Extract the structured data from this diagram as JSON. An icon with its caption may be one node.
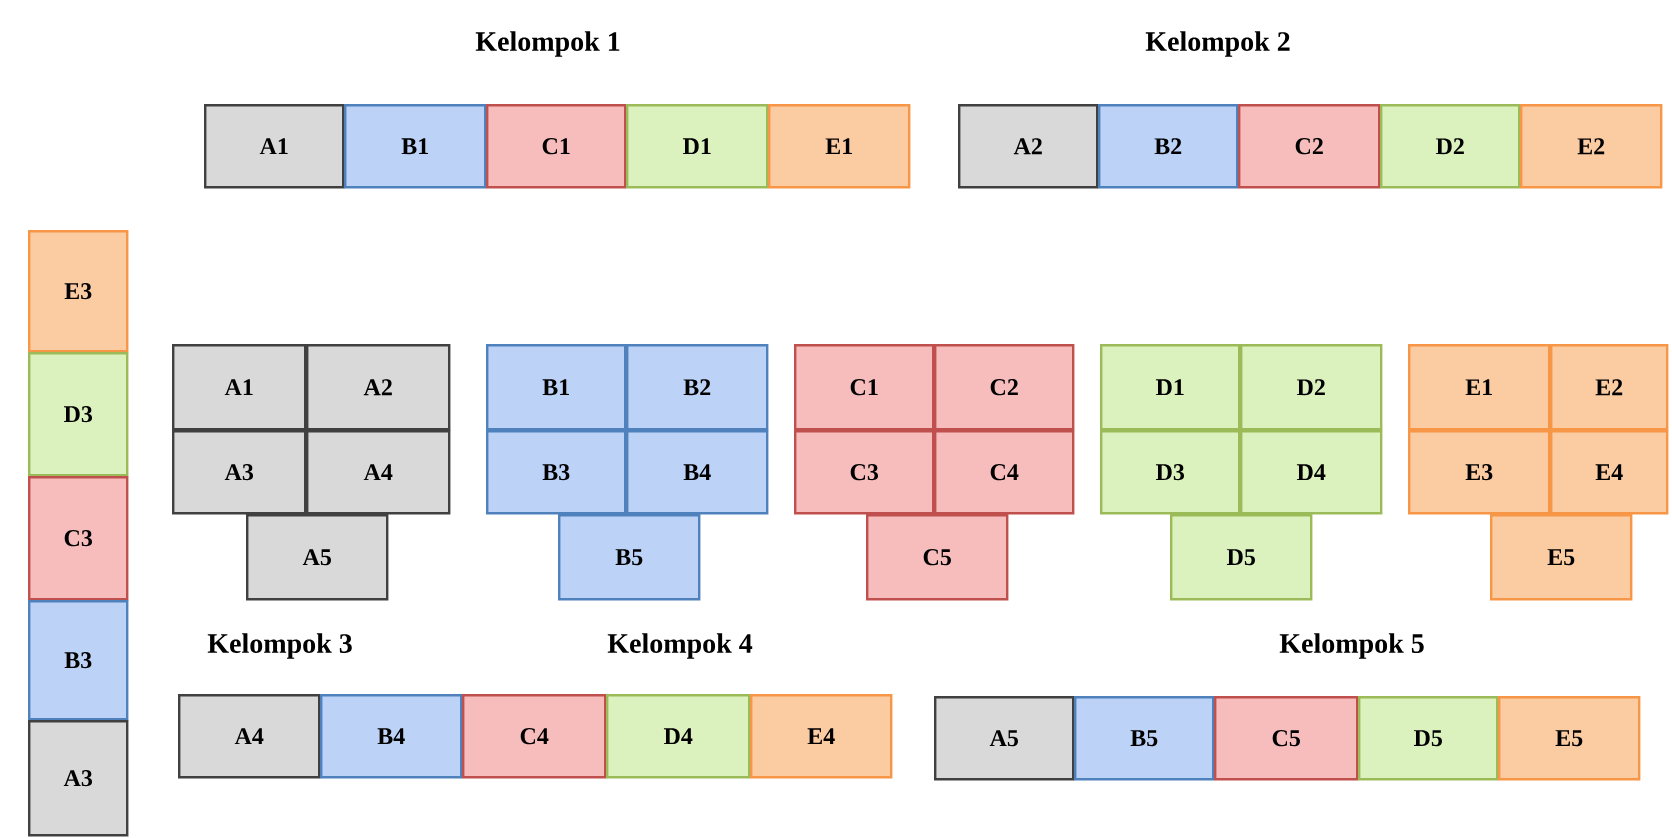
{
  "diagram": {
    "nodes": [
      {
        "text": [
          "A1"
        ]
      },
      {
        "text": [
          "B1"
        ]
      },
      {
        "text": [
          "C1"
        ]
      },
      {
        "text": [
          "D1"
        ]
      },
      {
        "text": [
          "E1"
        ]
      },
      {
        "text": [
          "A2"
        ]
      },
      {
        "text": [
          "B2"
        ]
      },
      {
        "text": [
          "C2"
        ]
      },
      {
        "text": [
          "D2"
        ]
      },
      {
        "text": [
          "E2"
        ]
      },
      {
        "text": [
          "E3"
        ]
      },
      {
        "text": [
          "D3"
        ]
      },
      {
        "text": [
          "C3"
        ]
      },
      {
        "text": [
          "B3"
        ]
      },
      {
        "text": [
          "A3"
        ]
      },
      {
        "text": [
          "A1"
        ]
      },
      {
        "text": [
          "A2"
        ]
      },
      {
        "text": [
          "A3"
        ]
      },
      {
        "text": [
          "A4"
        ]
      },
      {
        "text": [
          "A5"
        ]
      },
      {
        "text": [
          "B1"
        ]
      },
      {
        "text": [
          "B2"
        ]
      },
      {
        "text": [
          "B3"
        ]
      },
      {
        "text": [
          "B4"
        ]
      },
      {
        "text": [
          "B5"
        ]
      },
      {
        "text": [
          "C1"
        ]
      },
      {
        "text": [
          "C2"
        ]
      },
      {
        "text": [
          "C3"
        ]
      },
      {
        "text": [
          "C4"
        ]
      },
      {
        "text": [
          "C5"
        ]
      },
      {
        "text": [
          "D1"
        ]
      },
      {
        "text": [
          "D2"
        ]
      },
      {
        "text": [
          "D3"
        ]
      },
      {
        "text": [
          "D4"
        ]
      },
      {
        "text": [
          "D5"
        ]
      },
      {
        "text": [
          "E1"
        ]
      },
      {
        "text": [
          "E2"
        ]
      },
      {
        "text": [
          "E3"
        ]
      },
      {
        "text": [
          "E4"
        ]
      },
      {
        "text": [
          "E5"
        ]
      },
      {
        "text": [
          "A4"
        ]
      },
      {
        "text": [
          "B4"
        ]
      },
      {
        "text": [
          "C4"
        ]
      },
      {
        "text": [
          "D4"
        ]
      },
      {
        "text": [
          "E4"
        ]
      },
      {
        "text": [
          "A5"
        ]
      },
      {
        "text": [
          "B5"
        ]
      },
      {
        "text": [
          "C5"
        ]
      },
      {
        "text": [
          "D5"
        ]
      },
      {
        "text": [
          "E5"
        ]
      }
    ],
    "labels": [
      "Kelompok 1",
      "Kelompok 2",
      "Kelompok 3",
      "Kelompok 4",
      "Kelompok 5"
    ]
  }
}
